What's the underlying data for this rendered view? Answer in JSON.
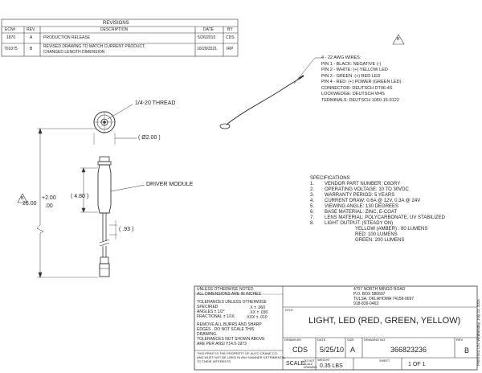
{
  "revisions": {
    "title": "REVISIONS",
    "headers": [
      "ECN#",
      "REV.",
      "DESCRIPTION",
      "DATE",
      "BY"
    ],
    "rows": [
      {
        "ecn": "1870",
        "rev": "A",
        "desc1": "PRODUCTION RELEASE",
        "desc2": "",
        "date": "5/26/2010",
        "by": "CDS"
      },
      {
        "ecn": "701075",
        "rev": "B",
        "desc1": "REVISED DRAWING TO MATCH CURRENT PRODUCT,",
        "desc2": "CHANGED LENGTH DIMENSION",
        "date": "10/29/2021",
        "by": "IRP"
      }
    ]
  },
  "callouts": {
    "thread": "1/4-20 THREAD",
    "diameter": "( Ø2.00 )",
    "driver_module": "DRIVER MODULE",
    "length_main": "26.00",
    "tol_plus": "+2.00",
    "tol_minus": ".00",
    "driver_len": "( 4.80 )",
    "lead_dim": "( .93 )",
    "rev_flag": "B"
  },
  "wires": {
    "lines": [
      "4 - 22 AWG WIRES:",
      "PIN 1 - BLACK: NEGATIVE (-)",
      "PIN 2 - WHITE: (+) YELLOW LED",
      "PIN 3 - GREEN: (+) RED LED",
      "PIN 4 - RED: (+) POWER (GREEN LED)",
      "CONNECTOR: DEUTSCH DT06-4S",
      "LOCKWEDGE: DEUTSCH W4S",
      "TERMINALS: DEUTSCH 1060-16-0122"
    ]
  },
  "specs": {
    "title": "SPECIFICATIONS",
    "items": [
      {
        "n": "1.",
        "text": "VENDOR PART NUMBER: C6GRY"
      },
      {
        "n": "2.",
        "text": "OPERATING VOLTAGE: 10 TO 30VDC"
      },
      {
        "n": "3.",
        "text": "WARRANTY PERIOD: 5 YEARS"
      },
      {
        "n": "4.",
        "text": "CURRENT DRAW: 0.6A @ 12V, 0.3A @ 24V"
      },
      {
        "n": "5.",
        "text": "VIEWING ANGLE: 130 DEGREES"
      },
      {
        "n": "6.",
        "text": "BASE MATERIAL: ZINC, E-COAT"
      },
      {
        "n": "7.",
        "text": "LENS MATERIAL: POLYCARBONATE, UV STABILIZED"
      },
      {
        "n": "8.",
        "text": "LIGHT OUTPUT: (STEADY ON)"
      }
    ],
    "output": [
      "YELLOW (AMBER) : 80 LUMENS",
      "RED: 100 LUMENS",
      "GREEN: 200 LUMENS"
    ]
  },
  "titleblock": {
    "notes": [
      "UNLESS OTHERWISE NOTED",
      "ALL DIMENSIONS ARE IN INCHES",
      "TOLERANCES UNLESS OTHERWISE",
      "SPECIFIED",
      "ANGLES ± 1/2°",
      "FRACTIONAL ± 1/16",
      "REMOVE ALL BURRS AND SHARP",
      "EDGES . DO NOT SCALE THIS",
      "DRAWING.",
      "TOLERANCES NOT SHOWN ABOVE",
      "ARE PER ANSI Y14.5-1973"
    ],
    "tol_x": ".X ± .060",
    "tol_xx": ".XX ± .030",
    "tol_xxx": ".XXX ± .010",
    "proprietary": [
      "THIS PRINT IS THE PROPERTY OF AUTO CRANE CO.",
      "AND MUST NOT BE USED IN ANY MANNER DETRIMENTAL",
      "TO THEIR INTERESTS."
    ],
    "address": [
      "4707 NORTH MINGO ROAD",
      "P.O. BOX 580697",
      "TULSA, OKLAHOMA 74158-0697",
      "918-836-0463"
    ],
    "title_label": "TITLE",
    "title": "LIGHT, LED (RED, GREEN, YELLOW)",
    "drawn_by_label": "DRAWN BY",
    "drawn_by": "CDS",
    "date_label": "DATE",
    "date": "5/25/10",
    "size_label": "SIZE",
    "size": "A",
    "drawing_no_label": "DRAWING NO.",
    "drawing_no": "366823236",
    "rev_label": "REV",
    "rev": "B",
    "scale_label": "SCALE:",
    "scale_note": "DO NOT SCALE DRAWING",
    "weight_label": "WEIGHT",
    "weight": "0.35 LBS",
    "sheet_label": "SHEET",
    "sheet": "1 OF 1"
  },
  "printed_on": "PRINTED ON: Wednesday, July 23, 2025"
}
